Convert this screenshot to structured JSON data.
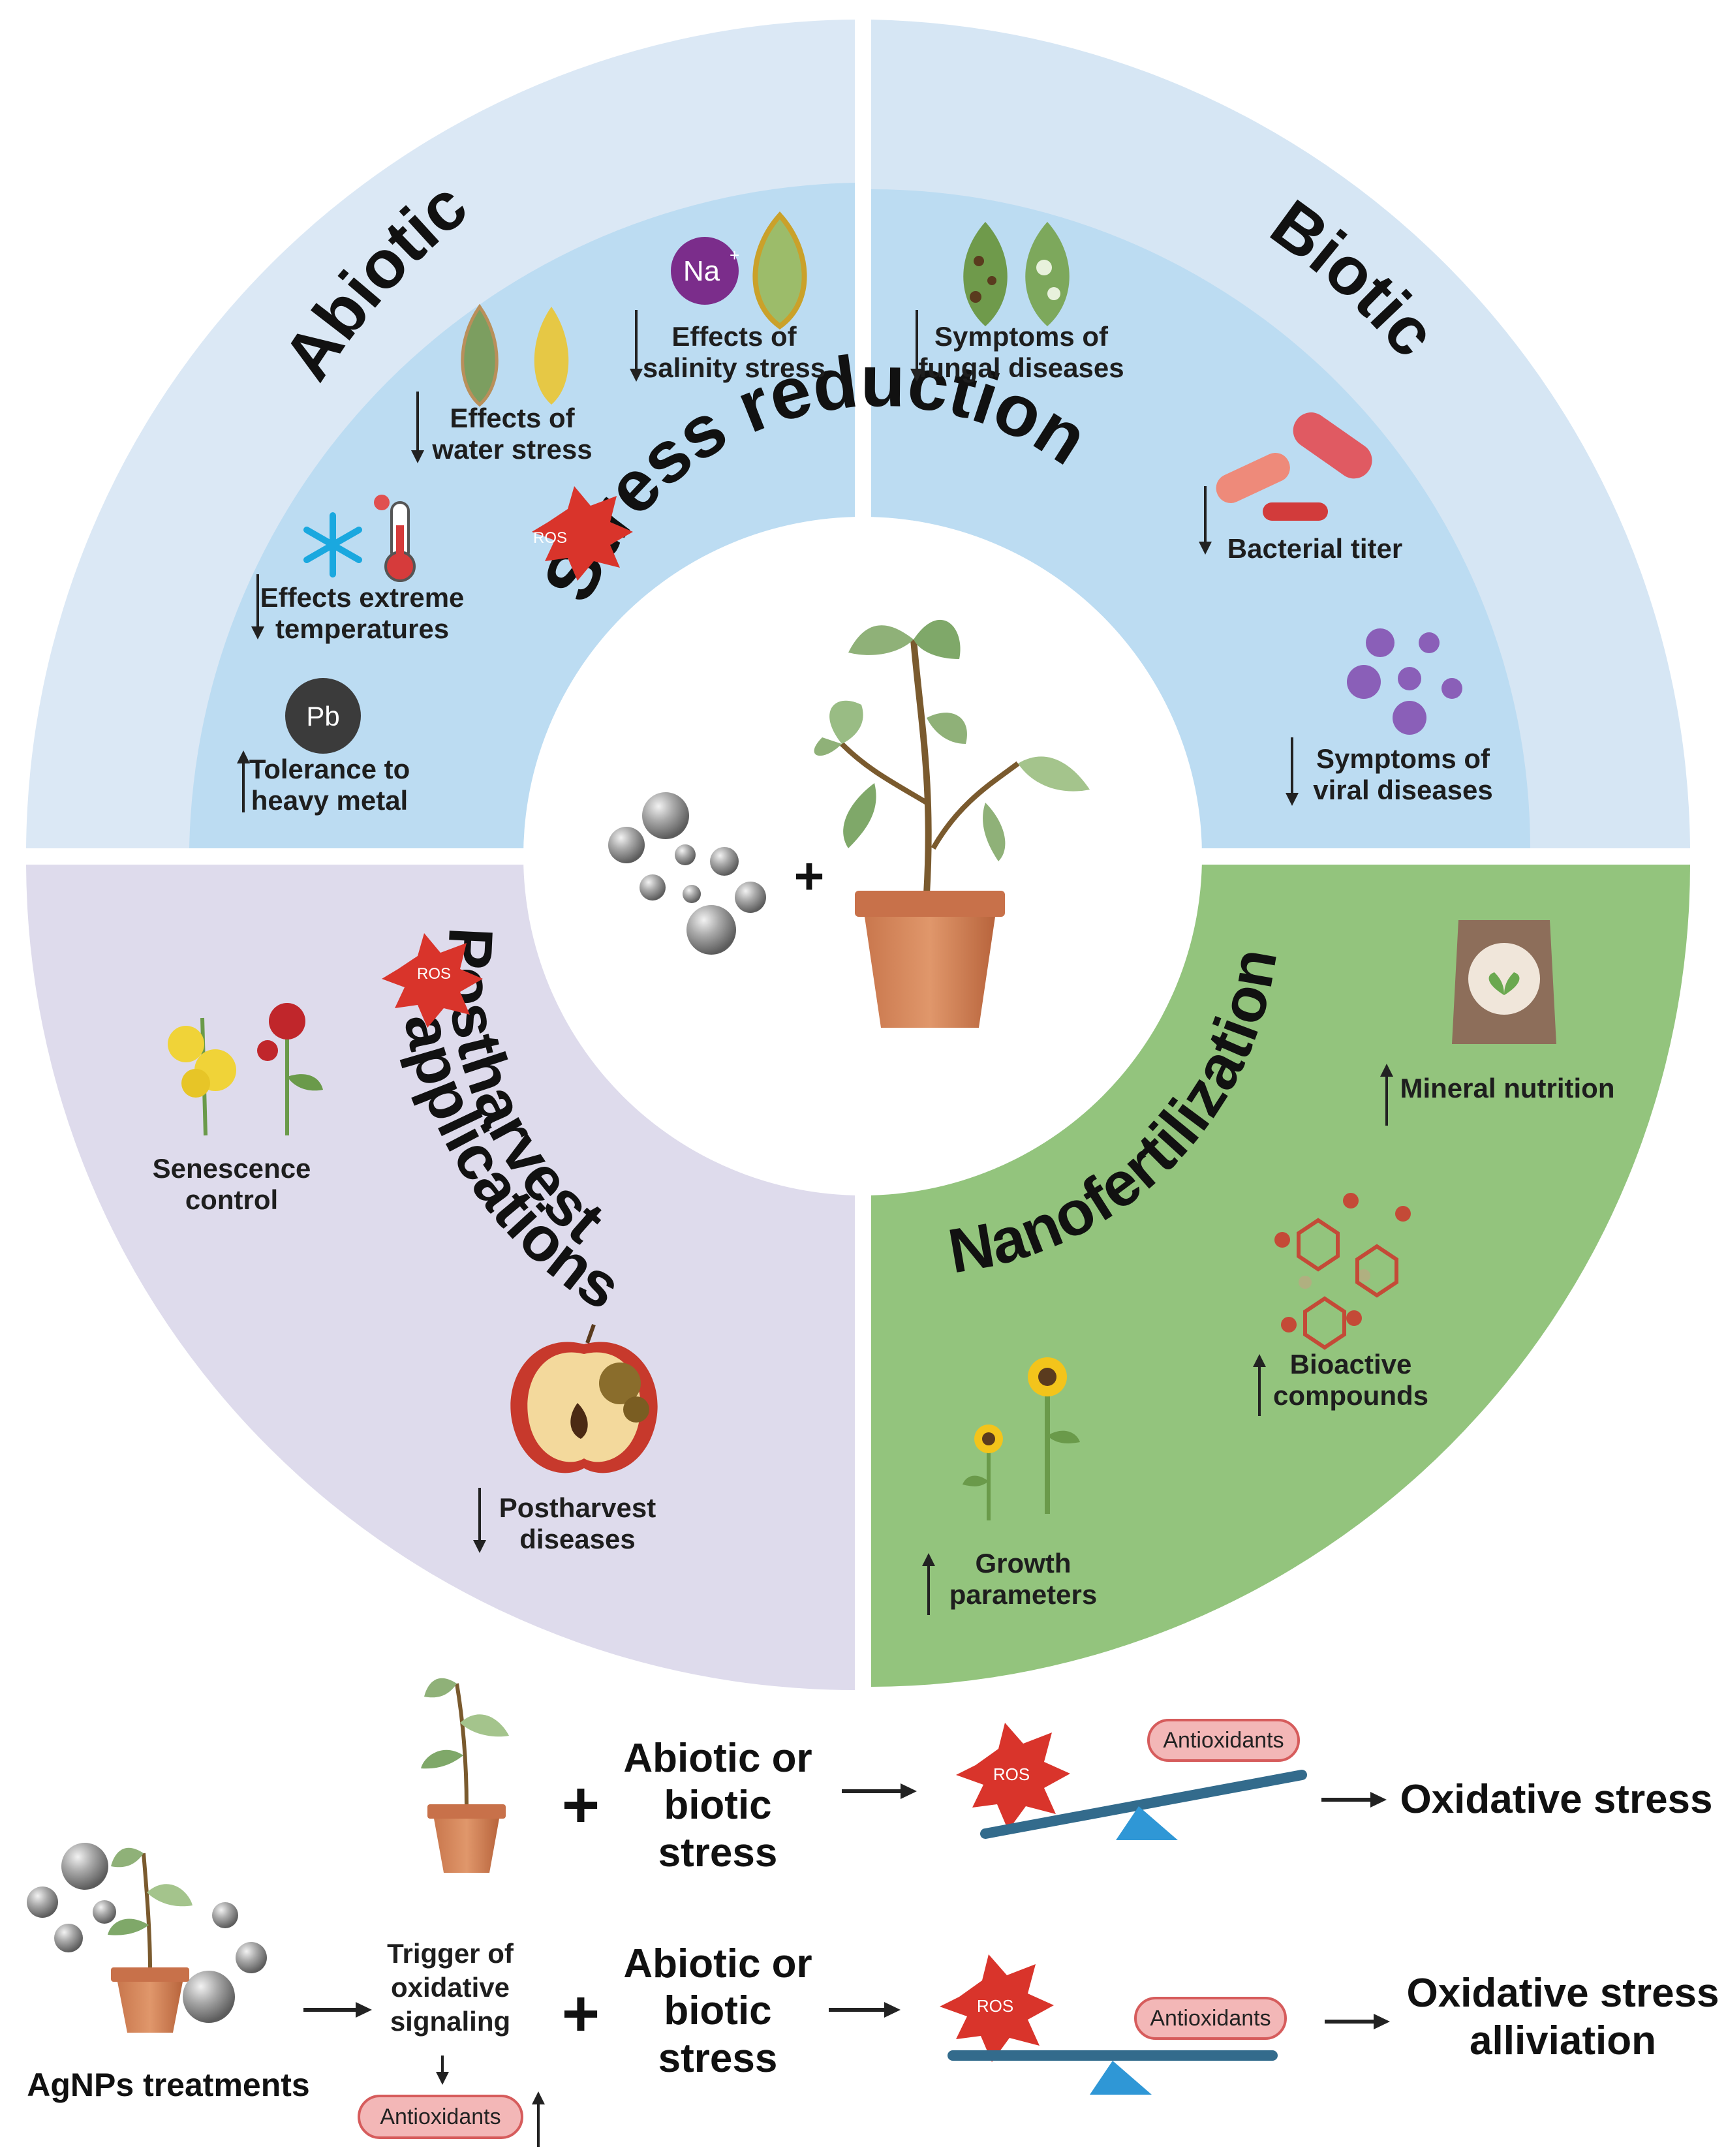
{
  "colors": {
    "abiotic_outer": "#dbe8f5",
    "abiotic_inner": "#bcdcf2",
    "biotic_outer": "#d6e6f4",
    "postharvest": "#dedbec",
    "nanofert": "#93c47d",
    "ros": "#d9342b",
    "antioxidant_pill": "#f3b7b7",
    "seesaw_beam": "#336b8c",
    "seesaw_pivot": "#2f97d6"
  },
  "sectors": {
    "abiotic": "Abiotic",
    "biotic": "Biotic",
    "stress_reduction": "Stress reduction",
    "postharvest": [
      "Postharvest",
      "applications"
    ],
    "nanofertilization": "Nanofertilization"
  },
  "icons": {
    "na": "Na",
    "na_sup": "+",
    "pb": "Pb",
    "ros": "ROS",
    "plus": "+"
  },
  "labels": {
    "salinity": [
      "Effects of",
      "salinity stress"
    ],
    "water": [
      "Effects of",
      "water stress"
    ],
    "temperature": [
      "Effects extreme",
      "temperatures"
    ],
    "heavy_metal": [
      "Tolerance to",
      "heavy metal"
    ],
    "fungal": [
      "Symptoms of",
      "fungal diseases"
    ],
    "bacterial": "Bacterial titer",
    "viral": [
      "Symptoms of",
      "viral diseases"
    ],
    "senescence": [
      "Senescence",
      "control"
    ],
    "postharvest_diseases": [
      "Postharvest",
      "diseases"
    ],
    "mineral": "Mineral nutrition",
    "bioactive": [
      "Bioactive",
      "compounds"
    ],
    "growth": [
      "Growth",
      "parameters"
    ]
  },
  "bottom": {
    "row1_stress": [
      "Abiotic or",
      "biotic",
      "stress"
    ],
    "row1_result": "Oxidative stress",
    "antioxidants": "Antioxidants",
    "agnps": "AgNPs treatments",
    "trigger": [
      "Trigger of",
      "oxidative",
      "signaling"
    ],
    "row2_stress": [
      "Abiotic or",
      "biotic",
      "stress"
    ],
    "row2_result": [
      "Oxidative stress",
      "alliviation"
    ]
  }
}
